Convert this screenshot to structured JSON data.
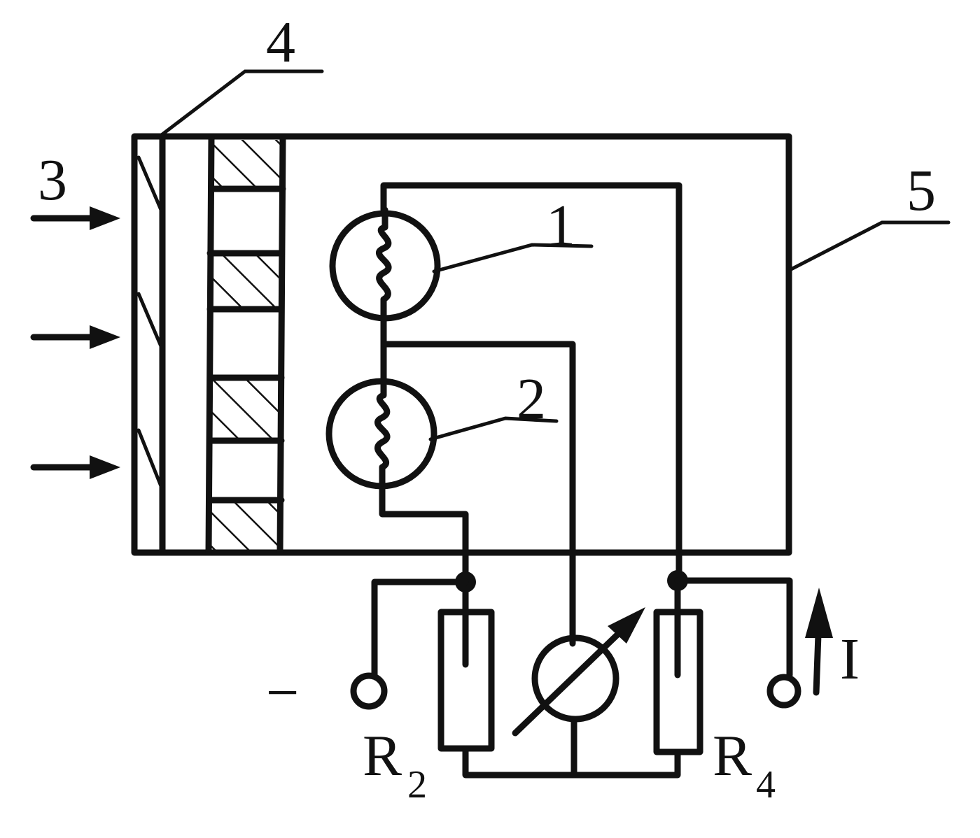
{
  "labels": {
    "l1": "1",
    "l2": "2",
    "l3": "3",
    "l4": "4",
    "l5": "5",
    "minus": "−",
    "r2_main": "R",
    "r2_sub": "2",
    "r4_main": "R",
    "r4_sub": "4",
    "current": "I"
  },
  "colors": {
    "ink": "#111111",
    "background": "#ffffff"
  }
}
